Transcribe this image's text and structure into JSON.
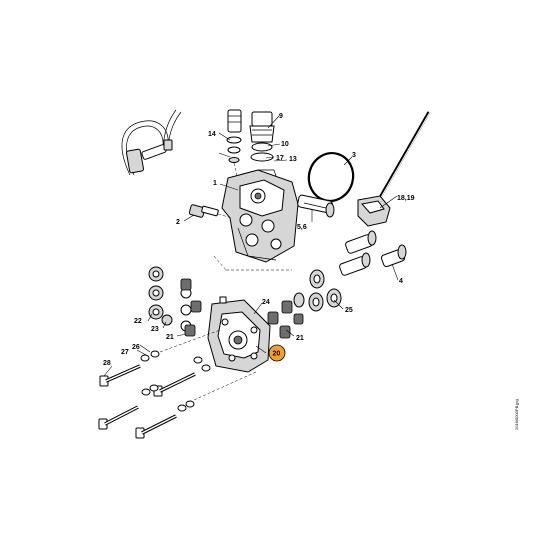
{
  "callouts": {
    "c1": "1",
    "c2": "2",
    "c3": "3",
    "c4": "4",
    "c5_6": "5,6",
    "c9": "9",
    "c10": "10",
    "c13": "13",
    "c14": "14",
    "c17": "17",
    "c18_19": "18,19",
    "c20": "20",
    "c21a": "21",
    "c21b": "21",
    "c22": "22",
    "c23": "23",
    "c24": "24",
    "c25": "25",
    "c26": "26",
    "c27": "27",
    "c28": "28"
  },
  "highlight_color": "#f0a030",
  "side_reference": "2016/0000PB.jpg"
}
